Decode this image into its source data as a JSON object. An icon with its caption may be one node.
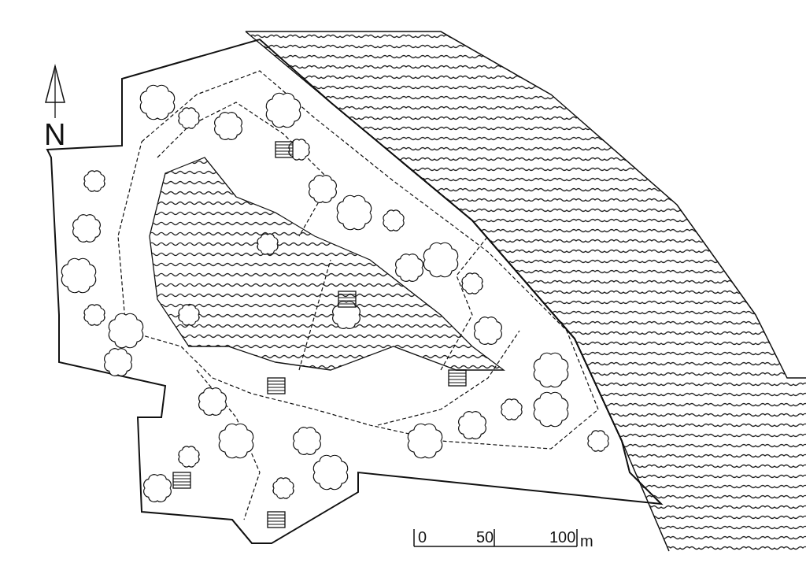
{
  "diagram": {
    "labels": [
      "N",
      "0",
      "50",
      "100",
      "m"
    ]
  }
}
